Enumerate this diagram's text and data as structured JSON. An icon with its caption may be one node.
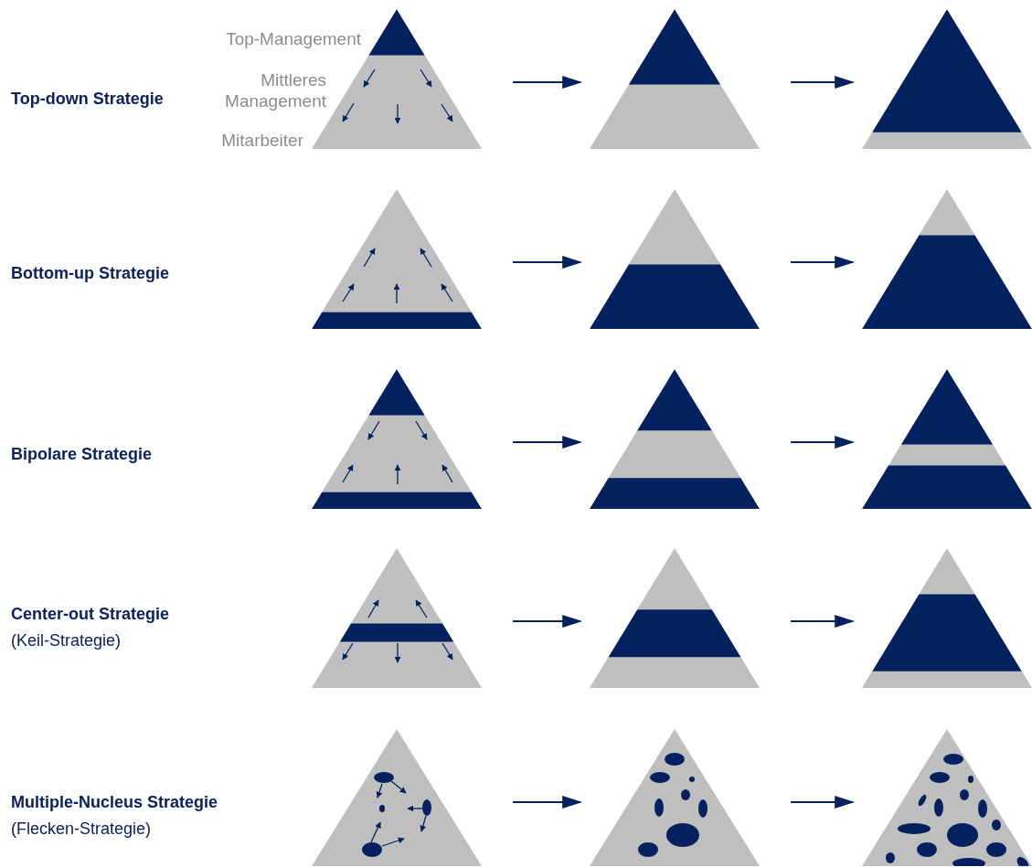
{
  "diagram": {
    "nodes": [
      {
        "text": [],
        "shape": "triangle"
      },
      {
        "text": [],
        "shape": "triangle"
      },
      {
        "text": [],
        "shape": "triangle"
      },
      {
        "text": [],
        "shape": "triangle"
      },
      {
        "text": [],
        "shape": "triangle"
      },
      {
        "text": [],
        "shape": "triangle"
      },
      {
        "text": [],
        "shape": "triangle"
      },
      {
        "text": [],
        "shape": "triangle"
      },
      {
        "text": [],
        "shape": "triangle"
      },
      {
        "text": [],
        "shape": "triangle"
      },
      {
        "text": [],
        "shape": "triangle"
      },
      {
        "text": [],
        "shape": "triangle"
      },
      {
        "text": [],
        "shape": "triangle"
      },
      {
        "text": [],
        "shape": "triangle"
      },
      {
        "text": [],
        "shape": "triangle"
      }
    ],
    "edges": [
      {
        "from": 0,
        "to": 1,
        "arrow": "to"
      },
      {
        "from": 1,
        "to": 2,
        "arrow": "to"
      },
      {
        "from": 3,
        "to": 4,
        "arrow": "to"
      },
      {
        "from": 4,
        "to": 5,
        "arrow": "to"
      },
      {
        "from": 6,
        "to": 7,
        "arrow": "to"
      },
      {
        "from": 7,
        "to": 8,
        "arrow": "to"
      },
      {
        "from": 9,
        "to": 10,
        "arrow": "to"
      },
      {
        "from": 10,
        "to": 11,
        "arrow": "to"
      },
      {
        "from": 12,
        "to": 13,
        "arrow": "to"
      },
      {
        "from": 13,
        "to": 14,
        "arrow": "to"
      }
    ],
    "labels": [
      "Top-Management",
      "Mittleres Management",
      "Top-down Strategie",
      "Mitarbeiter",
      "Bottom-up Strategie",
      "Bipolare Strategie",
      "Center-out Strategie",
      "(Keil-Strategie)",
      "Multiple-Nucleus Strategie",
      "(Flecken-Strategie)"
    ]
  }
}
